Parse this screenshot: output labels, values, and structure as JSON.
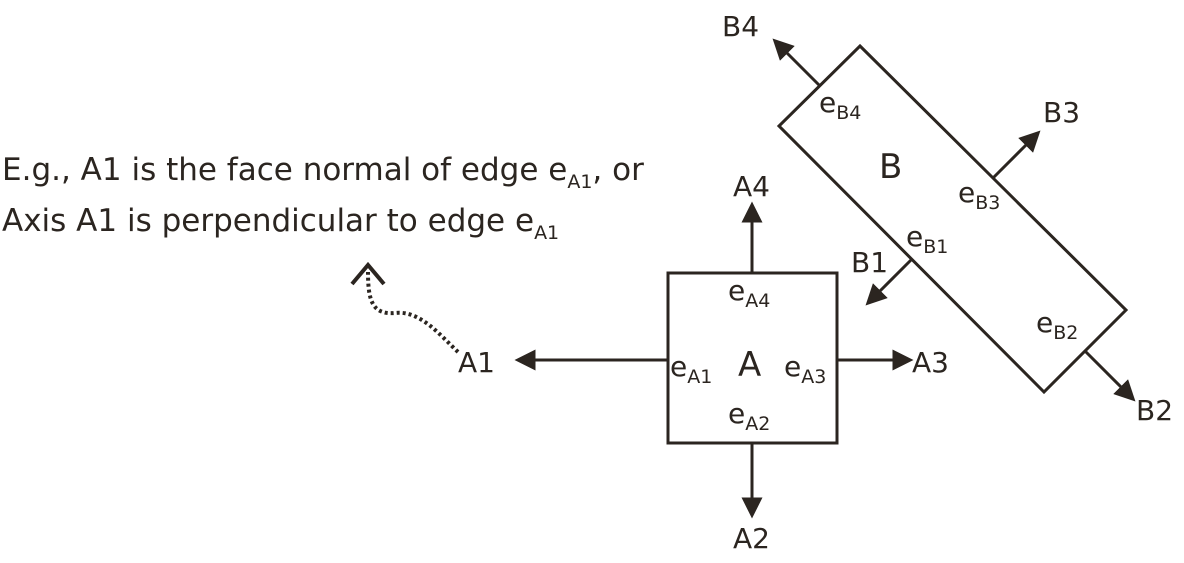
{
  "note": {
    "line1_pre": "E.g., A1 is the face normal of edge e",
    "line1_sub": "A1",
    "line1_post": ", or",
    "line2_pre": "Axis A1 is perpendicular  to edge e",
    "line2_sub": "A1"
  },
  "box_a": {
    "name": "A",
    "edges": [
      {
        "e": "e",
        "sub": "A1"
      },
      {
        "e": "e",
        "sub": "A2"
      },
      {
        "e": "e",
        "sub": "A3"
      },
      {
        "e": "e",
        "sub": "A4"
      }
    ],
    "axes": [
      "A1",
      "A2",
      "A3",
      "A4"
    ]
  },
  "box_b": {
    "name": "B",
    "edges": [
      {
        "e": "e",
        "sub": "B1"
      },
      {
        "e": "e",
        "sub": "B2"
      },
      {
        "e": "e",
        "sub": "B3"
      },
      {
        "e": "e",
        "sub": "B4"
      }
    ],
    "axes": [
      "B1",
      "B2",
      "B3",
      "B4"
    ]
  },
  "colors": {
    "ink": "#2b2520",
    "background": "#ffffff"
  }
}
